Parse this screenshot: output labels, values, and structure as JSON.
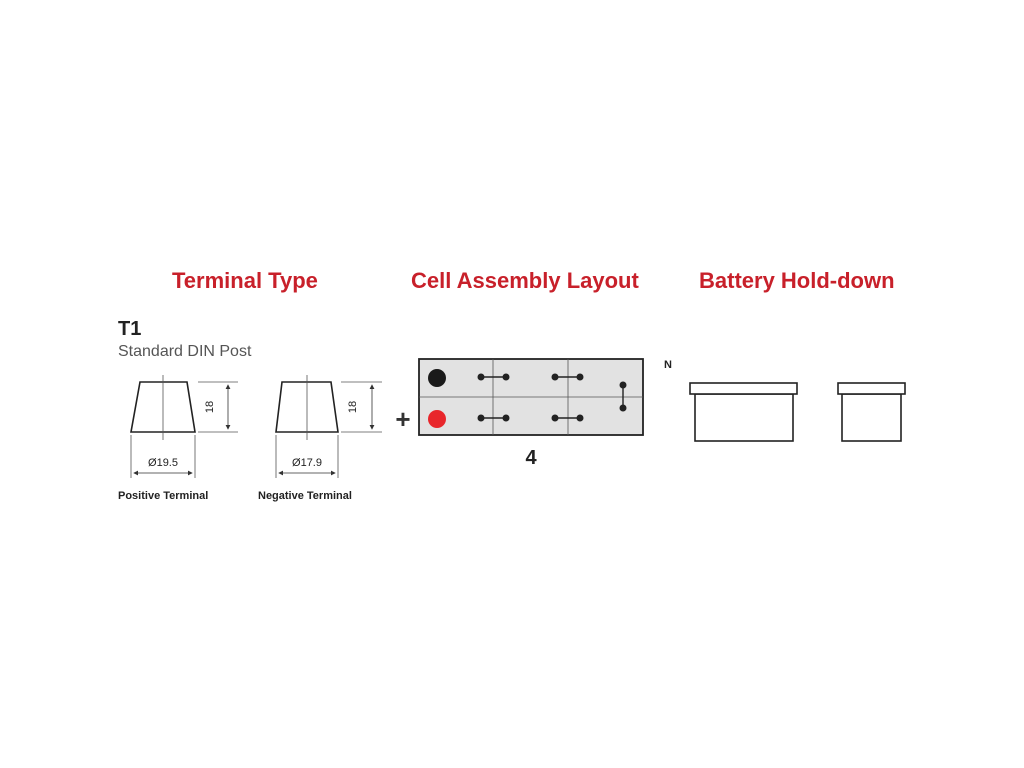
{
  "headings": {
    "terminal_type": "Terminal Type",
    "cell_layout": "Cell Assembly Layout",
    "hold_down": "Battery Hold-down"
  },
  "terminal": {
    "code": "T1",
    "name": "Standard DIN Post",
    "positive": {
      "label": "Positive Terminal",
      "diameter": "Ø19.5",
      "height": "18"
    },
    "negative": {
      "label": "Negative Terminal",
      "diameter": "Ø17.9",
      "height": "18"
    }
  },
  "cell_layout": {
    "plus_sign": "+",
    "number": "4",
    "negative_terminal_color": "#1a1a1a",
    "positive_terminal_color": "#e8262b",
    "box_fill": "#e2e2e2"
  },
  "hold_down": {
    "marker": "N"
  },
  "colors": {
    "accent": "#c8202a"
  }
}
